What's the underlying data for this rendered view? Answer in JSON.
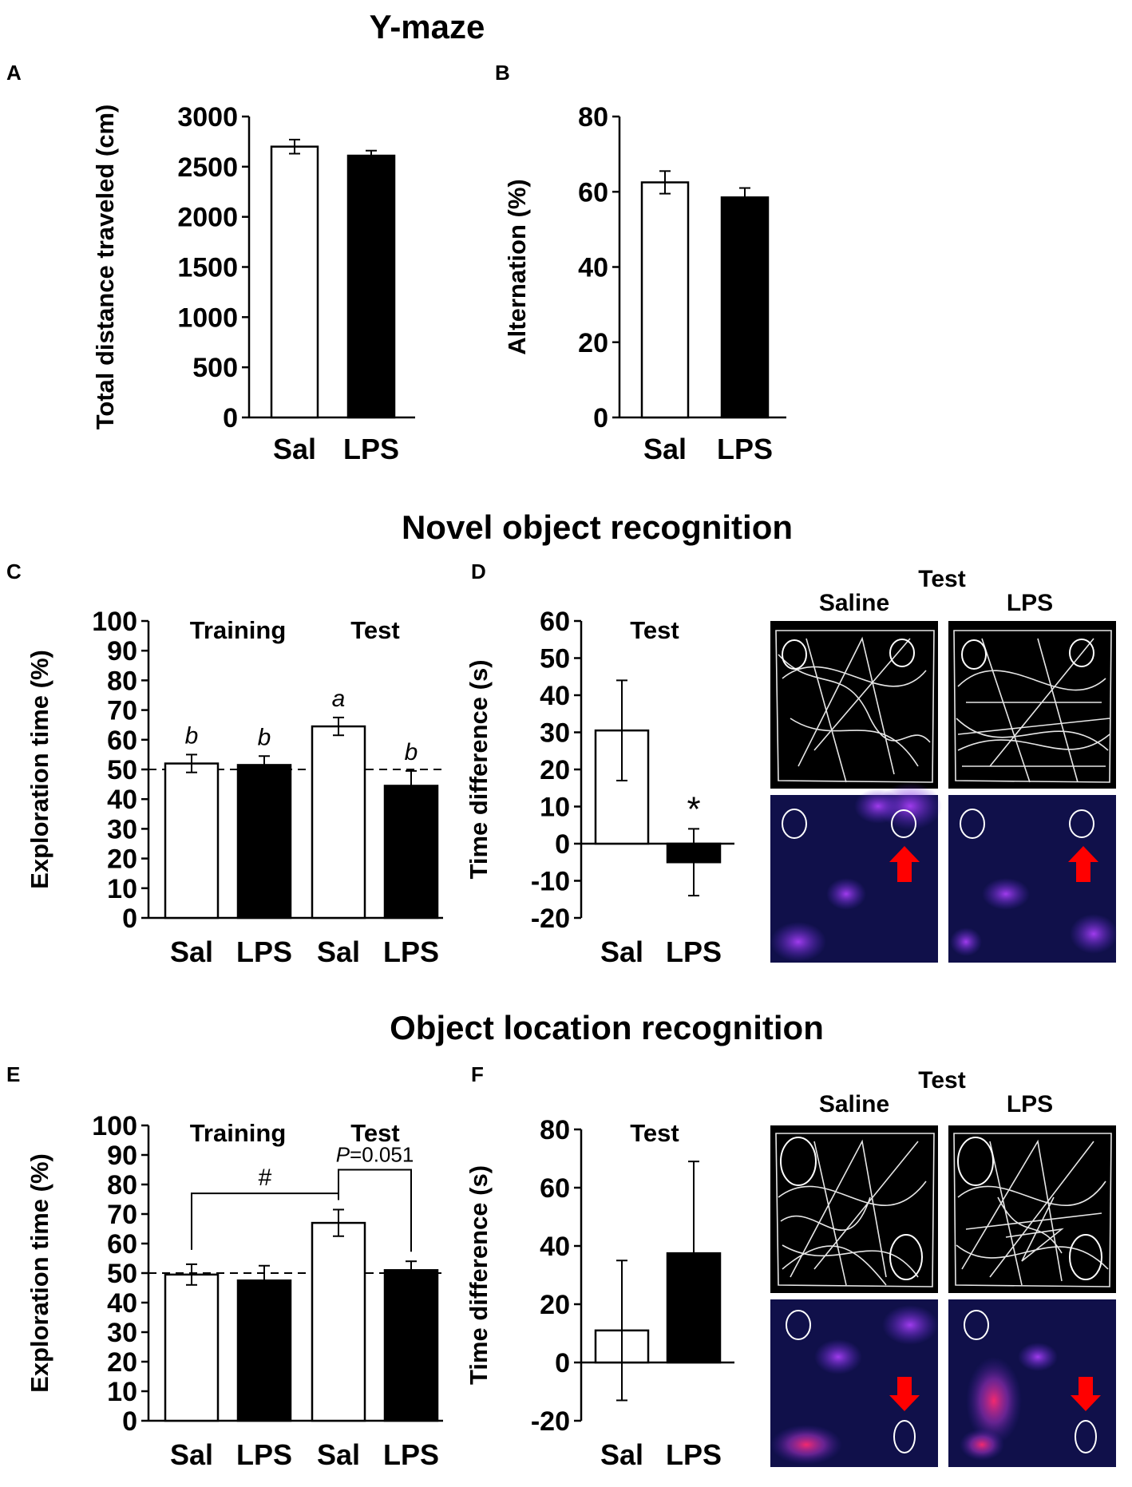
{
  "sections": {
    "ymaze": "Y-maze",
    "nor": "Novel object recognition",
    "olr": "Object location recognition"
  },
  "panels": {
    "A": "A",
    "B": "B",
    "C": "C",
    "D": "D",
    "E": "E",
    "F": "F"
  },
  "colors": {
    "sal": "#ffffff",
    "lps": "#000000",
    "arrow": "#ff0000",
    "heat_bg": "#10104a",
    "heat_mid": "#5a2ad0",
    "heat_hot": "#e0207a"
  },
  "tracks": {
    "test_label": "Test",
    "saline_label": "Saline",
    "lps_label": "LPS",
    "heatmap_icon": "heatmap-image",
    "track_icon": "trajectory-image",
    "arrow_icon": "red-arrow-icon"
  },
  "chart_data": [
    {
      "id": "A",
      "type": "bar",
      "categories": [
        "Sal",
        "LPS"
      ],
      "values": [
        2700,
        2610
      ],
      "errors": [
        70,
        50
      ],
      "ylabel": "Total distance traveled (cm)",
      "ylim": [
        0,
        3000
      ],
      "yticks": [
        "0",
        "500",
        "1000",
        "1500",
        "2000",
        "2500",
        "3000"
      ]
    },
    {
      "id": "B",
      "type": "bar",
      "categories": [
        "Sal",
        "LPS"
      ],
      "values": [
        62.5,
        58.5
      ],
      "errors": [
        3,
        2.5
      ],
      "ylabel": "Alternation (%)",
      "ylim": [
        0,
        80
      ],
      "yticks": [
        "0",
        "20",
        "40",
        "60",
        "80"
      ]
    },
    {
      "id": "C",
      "type": "bar",
      "categories": [
        "Sal",
        "LPS",
        "Sal",
        "LPS"
      ],
      "groups": [
        "Training",
        "Test"
      ],
      "values": [
        52,
        51.5,
        64.5,
        44.5
      ],
      "errors": [
        3,
        3,
        3,
        5
      ],
      "letters": [
        "b",
        "b",
        "a",
        "b"
      ],
      "reference_line": 50,
      "ylabel": "Exploration time (%)",
      "ylim": [
        0,
        100
      ],
      "yticks": [
        "0",
        "10",
        "20",
        "30",
        "40",
        "50",
        "60",
        "70",
        "80",
        "90",
        "100"
      ]
    },
    {
      "id": "D",
      "type": "bar",
      "categories": [
        "Sal",
        "LPS"
      ],
      "values": [
        30.5,
        -5
      ],
      "errors": [
        13.5,
        9
      ],
      "annotation": "*",
      "title": "Test",
      "ylabel": "Time difference (s)",
      "ylim": [
        -20,
        60
      ],
      "yticks": [
        "-20",
        "-10",
        "0",
        "10",
        "20",
        "30",
        "40",
        "50",
        "60"
      ]
    },
    {
      "id": "E",
      "type": "bar",
      "categories": [
        "Sal",
        "LPS",
        "Sal",
        "LPS"
      ],
      "groups": [
        "Training",
        "Test"
      ],
      "values": [
        49.5,
        47.5,
        67,
        51
      ],
      "errors": [
        3.5,
        5,
        4.5,
        3
      ],
      "reference_line": 50,
      "annotations": {
        "hash": "#",
        "p_label": "P",
        "p_value": "=0.051"
      },
      "ylabel": "Exploration time (%)",
      "ylim": [
        0,
        100
      ],
      "yticks": [
        "0",
        "10",
        "20",
        "30",
        "40",
        "50",
        "60",
        "70",
        "80",
        "90",
        "100"
      ]
    },
    {
      "id": "F",
      "type": "bar",
      "categories": [
        "Sal",
        "LPS"
      ],
      "values": [
        11,
        37.5
      ],
      "errors": [
        24,
        31.5
      ],
      "title": "Test",
      "ylabel": "Time difference (s)",
      "ylim": [
        -20,
        80
      ],
      "yticks": [
        "-20",
        "0",
        "20",
        "40",
        "60",
        "80"
      ]
    }
  ]
}
